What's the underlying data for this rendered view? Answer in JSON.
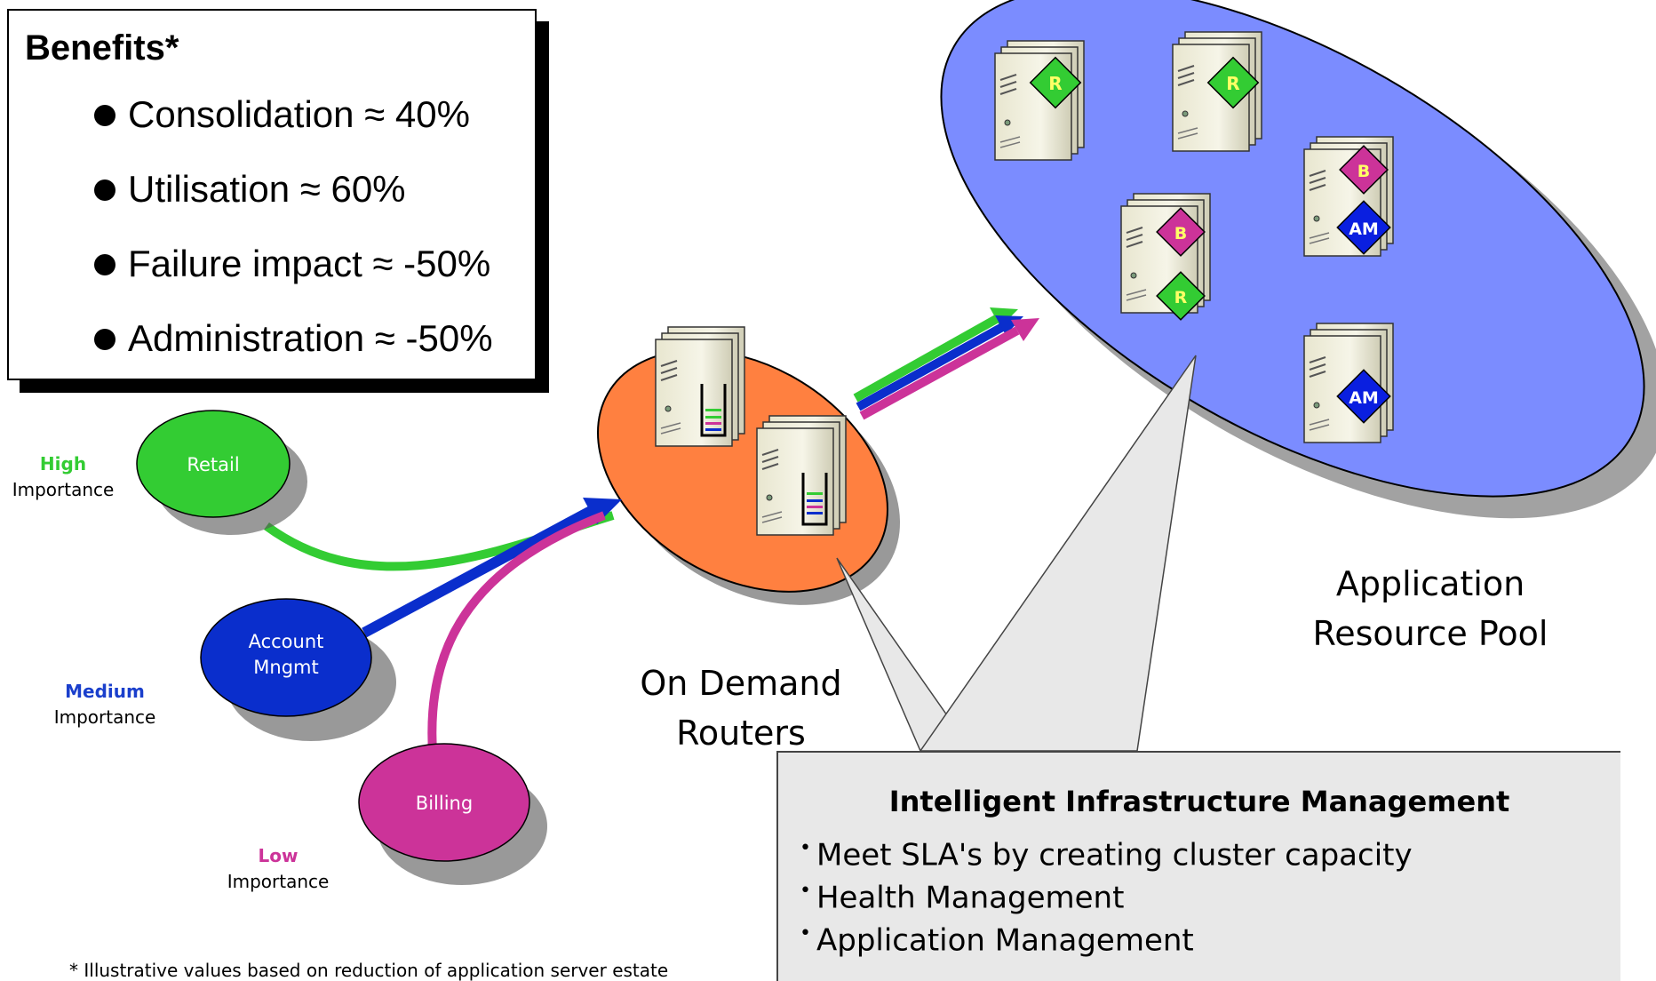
{
  "benefits": {
    "title": "Benefits*",
    "items": [
      "Consolidation ≈ 40%",
      "Utilisation ≈ 60%",
      "Failure impact ≈ -50%",
      "Administration ≈ -50%"
    ]
  },
  "applications": [
    {
      "name": "Retail",
      "importance_level": "High",
      "importance_word": "Importance",
      "color": "#33cc33",
      "level_color": "#33cc33"
    },
    {
      "name_line1": "Account",
      "name_line2": "Mngmt",
      "importance_level": "Medium",
      "importance_word": "Importance",
      "color": "#0a2ecc",
      "level_color": "#1a3fcc"
    },
    {
      "name": "Billing",
      "importance_level": "Low",
      "importance_word": "Importance",
      "color": "#cc3399",
      "level_color": "#cc3399"
    }
  ],
  "routers": {
    "label_line1": "On Demand",
    "label_line2": "Routers",
    "pool_color": "#ff8040"
  },
  "resource_pool": {
    "label_line1": "Application",
    "label_line2": "Resource Pool",
    "pool_color": "#7b8cff"
  },
  "server_badges": {
    "r": "R",
    "b": "B",
    "am": "AM"
  },
  "badge_colors": {
    "r": "#33cc33",
    "b": "#cc3399",
    "am": "#0a1fe0"
  },
  "callout": {
    "title": "Intelligent Infrastructure Management",
    "items": [
      "Meet SLA's by creating cluster capacity",
      "Health Management",
      "Application Management"
    ]
  },
  "footnote": "* Illustrative values based on reduction of application server estate"
}
